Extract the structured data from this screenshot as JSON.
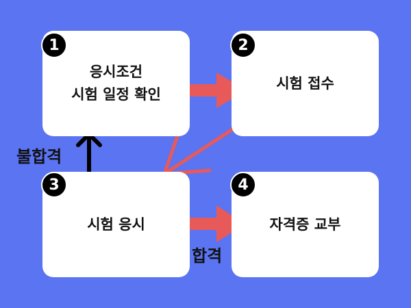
{
  "colors": {
    "background": "#5a74f2",
    "card": "#ffffff",
    "arrow_red": "#e85a5a",
    "arrow_black": "#000000",
    "badge": "#000000"
  },
  "steps": [
    {
      "number": "1",
      "lines": [
        "응시조건",
        "시험 일정 확인"
      ]
    },
    {
      "number": "2",
      "lines": [
        "시험 접수"
      ]
    },
    {
      "number": "3",
      "lines": [
        "시험 응시"
      ]
    },
    {
      "number": "4",
      "lines": [
        "자격증 교부"
      ]
    }
  ],
  "edges": {
    "fail_label": "불합격",
    "pass_label": "합격"
  }
}
